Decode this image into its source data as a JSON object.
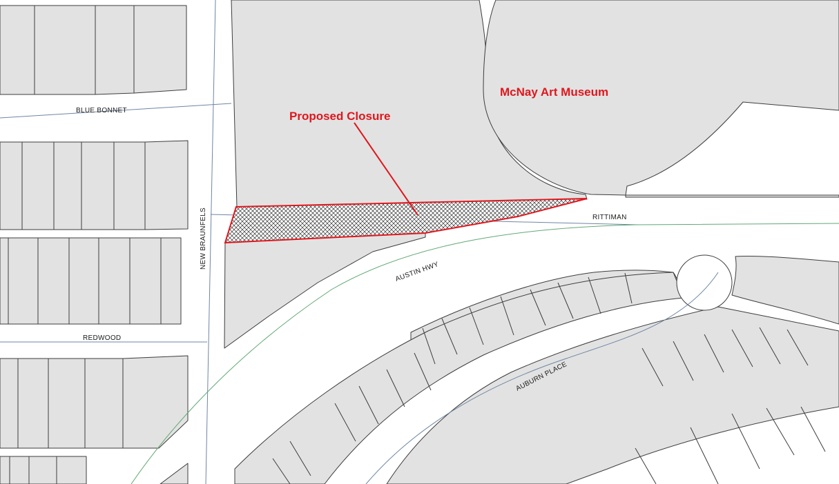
{
  "labels": {
    "museum": "McNay Art Museum",
    "closure": "Proposed Closure",
    "blue_bonnet": "BLUE BONNET",
    "redwood": "REDWOOD",
    "new_braunfels": "NEW BRAUNFELS",
    "rittiman": "RITTIMAN",
    "austin_hwy": "AUSTIN HWY",
    "auburn_place": "AUBURN PLACE"
  },
  "colors": {
    "parcel_fill": "#e2e2e2",
    "parcel_stroke": "#3c3c3c",
    "closure_outline": "#e0161d",
    "annotation_text": "#e0161d",
    "street_centerline": "#6d85a3",
    "highway_centerline": "#5fa873"
  }
}
